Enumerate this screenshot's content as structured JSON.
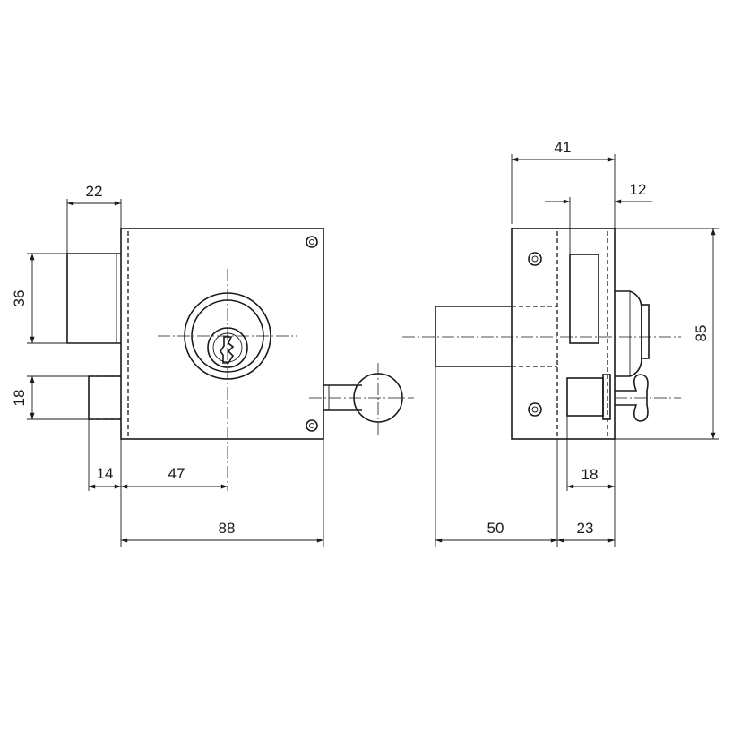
{
  "colors": {
    "line": "#1a1a1a",
    "background": "#ffffff"
  },
  "front_view": {
    "dimensions": {
      "bolt_width": "22",
      "bolt_height": "36",
      "latch_height": "18",
      "latch_offset": "14",
      "cylinder_center": "47",
      "case_width": "88"
    }
  },
  "side_view": {
    "dimensions": {
      "depth_total": "41",
      "knob_offset": "12",
      "case_height": "85",
      "latch_depth": "18",
      "bolt_projection": "50",
      "flange_depth": "23"
    }
  }
}
